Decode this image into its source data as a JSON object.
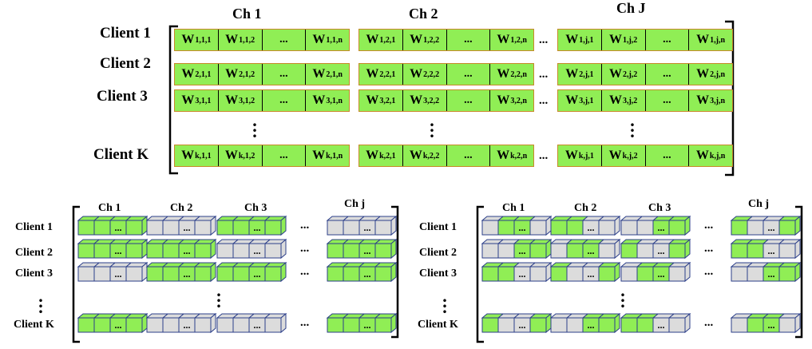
{
  "top": {
    "columns": [
      "Ch 1",
      "Ch 2",
      "Ch J"
    ],
    "rows": [
      "Client 1",
      "Client 2",
      "Client 3",
      "Client K"
    ],
    "cells": [
      [
        [
          "w_{1,1,1}",
          "w_{1,1,2}",
          "...",
          "w_{1,1,n}"
        ],
        [
          "w_{1,2,1}",
          "w_{1,2,2}",
          "...",
          "w_{1,2,n}"
        ],
        [
          "w_{1,j,1}",
          "w_{1,j,2}",
          "...",
          "w_{1,j,n}"
        ]
      ],
      [
        [
          "w_{2,1,1}",
          "w_{2,1,2}",
          "...",
          "w_{2,1,n}"
        ],
        [
          "w_{2,2,1}",
          "w_{2,2,2}",
          "...",
          "w_{2,2,n}"
        ],
        [
          "w_{2,j,1}",
          "w_{2,j,2}",
          "...",
          "w_{2,j,n}"
        ]
      ],
      [
        [
          "w_{3,1,1}",
          "w_{3,1,2}",
          "...",
          "w_{3,1,n}"
        ],
        [
          "w_{3,2,1}",
          "w_{3,2,2}",
          "...",
          "w_{3,2,n}"
        ],
        [
          "w_{3,j,1}",
          "w_{3,j,2}",
          "...",
          "w_{3,j,n}"
        ]
      ],
      [
        [
          "w_{k,1,1}",
          "w_{k,1,2}",
          "...",
          "w_{k,1,n}"
        ],
        [
          "w_{k,2,1}",
          "w_{k,2,2}",
          "...",
          "w_{k,2,n}"
        ],
        [
          "w_{k,j,1}",
          "w_{k,j,2}",
          "...",
          "w_{k,j,n}"
        ]
      ]
    ],
    "between_columns": "...",
    "row_gap": "⋮"
  },
  "bottom_left": {
    "columns": [
      "Ch 1",
      "Ch 2",
      "Ch 3",
      "Ch j"
    ],
    "rows": [
      "Client 1",
      "Client 2",
      "Client 3",
      "Client K"
    ],
    "pattern": [
      [
        "all",
        "none",
        "all",
        "none"
      ],
      [
        "all",
        "all",
        "none",
        "all"
      ],
      [
        "none",
        "all",
        "all",
        "all"
      ],
      [
        "all",
        "none",
        "none",
        "all"
      ]
    ],
    "cube_label": "...",
    "between_columns": "...",
    "row_gap": "⋮"
  },
  "bottom_right": {
    "columns": [
      "Ch 1",
      "Ch 2",
      "Ch 3",
      "Ch j"
    ],
    "rows": [
      "Client 1",
      "Client 2",
      "Client 3",
      "Client K"
    ],
    "pattern": [
      [
        "partial_a",
        "partial_b",
        "partial_c",
        "partial_d"
      ],
      [
        "partial_c",
        "partial_a",
        "partial_d",
        "partial_b"
      ],
      [
        "partial_b",
        "partial_d",
        "partial_a",
        "partial_c"
      ],
      [
        "partial_d",
        "partial_c",
        "partial_b",
        "partial_a"
      ]
    ],
    "cube_label": "...",
    "between_columns": "...",
    "row_gap": "⋮"
  },
  "colors": {
    "green": "#90ee55",
    "green_border": "#c8892a",
    "cube_green": "#90ee55",
    "cube_grey": "#dcdcdc",
    "cube_edge": "#2c3f8a"
  }
}
